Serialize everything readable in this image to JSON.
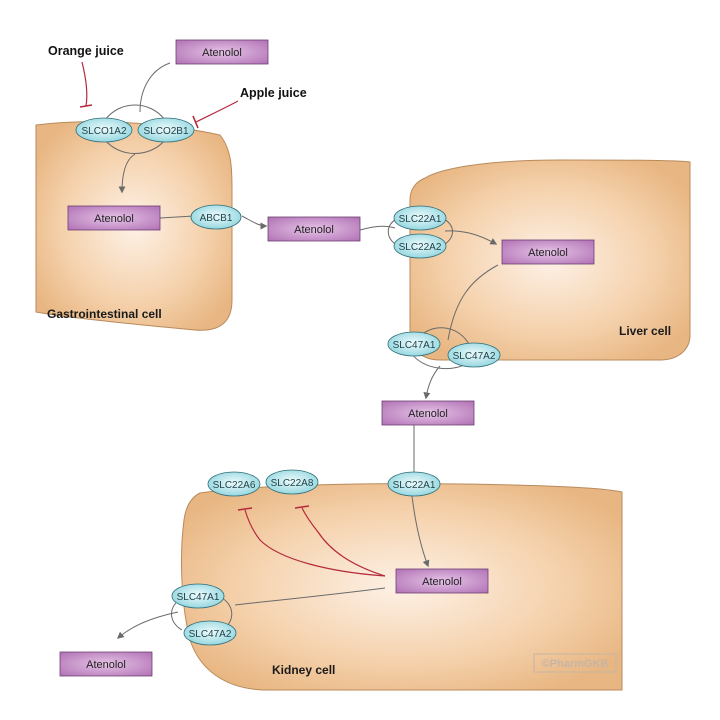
{
  "cells": {
    "gastrointestinal": "Gastrointestinal cell",
    "liver": "Liver cell",
    "kidney": "Kidney cell"
  },
  "drug": {
    "name": "Atenolol"
  },
  "inhibitors": {
    "orange_juice": "Orange juice",
    "apple_juice": "Apple juice"
  },
  "transporters": {
    "slco1a2": "SLCO1A2",
    "slco2b1": "SLCO2B1",
    "abcb1": "ABCB1",
    "slc22a1": "SLC22A1",
    "slc22a2": "SLC22A2",
    "slc47a1": "SLC47A1",
    "slc47a2": "SLC47A2",
    "slc22a6": "SLC22A6",
    "slc22a8": "SLC22A8"
  },
  "watermark": "©PharmGKB",
  "colors": {
    "cell_fill_center": "#fbe9da",
    "cell_fill_edge": "#e9b985",
    "drug_box_center": "#dcb2de",
    "drug_box_edge": "#b06fb3",
    "transporter_center": "#e4f7f9",
    "transporter_edge": "#8fd6df",
    "inhibition": "#b52a3c",
    "flow": "#6a6a6a"
  }
}
